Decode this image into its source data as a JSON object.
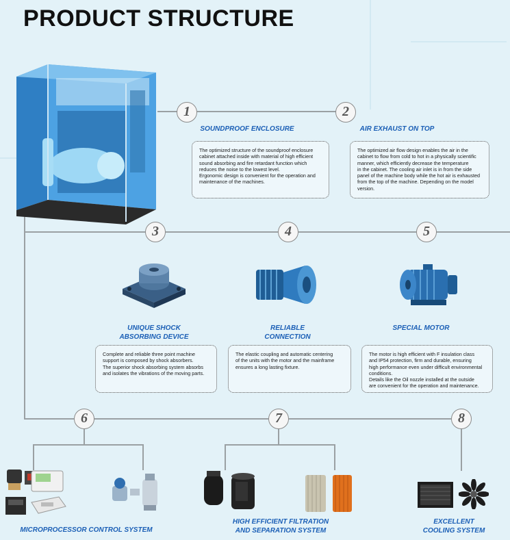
{
  "page": {
    "title": "PRODUCT STRUCTURE",
    "accent": "#1b5fb6"
  },
  "features": [
    {
      "number": "1",
      "label_lines": [
        "SOUNDPROOF ENCLOSURE"
      ],
      "desc_lines": [
        "The optimized structure of the soundproof enclosure",
        "cabinet attached inside with material of high efficient",
        "sound absorbing and fire retardant function which",
        "reduces the noise to the lowest level.",
        "Ergonomic design is convenient for the operation and",
        "maintenance of the machines."
      ]
    },
    {
      "number": "2",
      "label_lines": [
        "AIR EXHAUST ON TOP"
      ],
      "desc_lines": [
        "The optimized air flow design enables the air in the",
        "cabinet to flow from cold to hot in a physically scientific",
        "manner, which efficiently decrease the temperature",
        "in the cabinet. The cooling air inlet is in from the side",
        "panel of the machine body while the hot air is exhausted",
        "from the top of the machine. Depending on the model",
        "version."
      ]
    },
    {
      "number": "3",
      "label_lines": [
        "UNIQUE SHOCK",
        "ABSORBING DEVICE"
      ],
      "desc_lines": [
        "Complete and reliable three point machine",
        "support is composed by shock absorbers.",
        "The superior shock absorbing system absorbs",
        "and isolates the vibrations of the moving parts."
      ]
    },
    {
      "number": "4",
      "label_lines": [
        "RELIABLE",
        "CONNECTION"
      ],
      "desc_lines": [
        "The elastic coupling and automatic centering",
        "of the units with the motor and the mainframe",
        "ensures a long lasting fixture."
      ]
    },
    {
      "number": "5",
      "label_lines": [
        "SPECIAL MOTOR"
      ],
      "desc_lines": [
        "The motor is high efficient with F insulation class",
        "and IP54 protection, firm and durable, ensuring",
        "high performance even under difficult environmental",
        "conditions.",
        "Details like the Oil nozzle installed at the outside",
        "are convenient for the operation and maintenance."
      ]
    },
    {
      "number": "6",
      "label_lines": [
        "MICROPROCESSOR CONTROL SYSTEM"
      ]
    },
    {
      "number": "7",
      "label_lines": [
        "HIGH EFFICIENT FILTRATION",
        "AND SEPARATION SYSTEM"
      ]
    },
    {
      "number": "8",
      "label_lines": [
        "EXCELLENT",
        "COOLING SYSTEM"
      ]
    }
  ]
}
